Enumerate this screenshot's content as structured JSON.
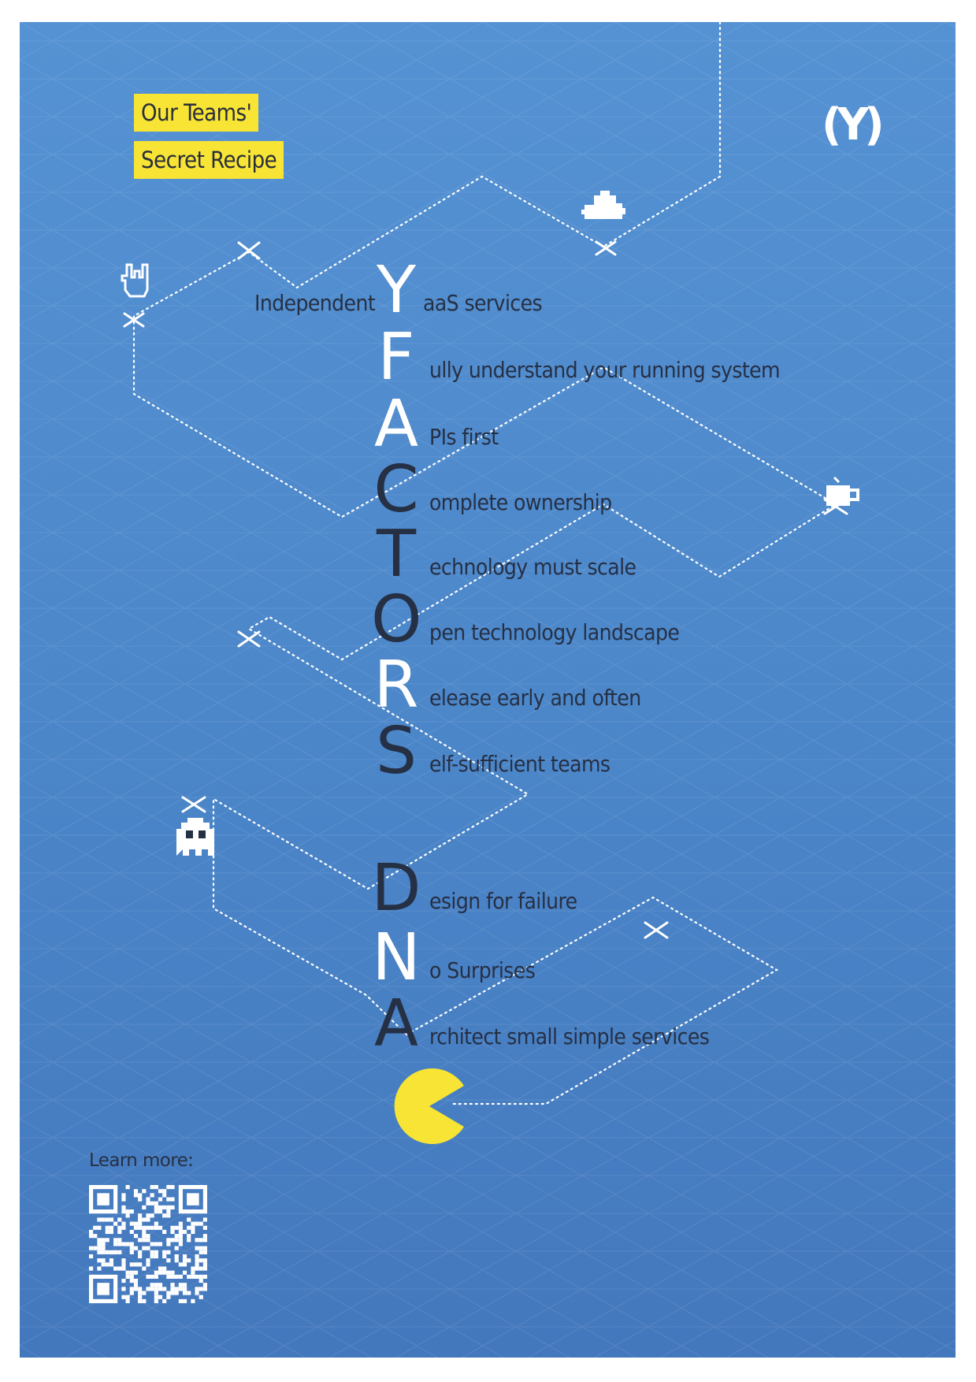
{
  "header": {
    "tag_line_1": "Our Teams'",
    "tag_line_2": "Secret Recipe",
    "logo_text": "(Y)"
  },
  "acrostic": {
    "prefix": "Independent",
    "items": [
      {
        "letter": "Y",
        "rest": "aaS services",
        "letter_color": "#ffffff"
      },
      {
        "letter": "F",
        "rest": "ully understand your running system",
        "letter_color": "#ffffff"
      },
      {
        "letter": "A",
        "rest": "PIs first",
        "letter_color": "#ffffff"
      },
      {
        "letter": "C",
        "rest": "omplete ownership",
        "letter_color": "#263045"
      },
      {
        "letter": "T",
        "rest": "echnology must scale",
        "letter_color": "#263045"
      },
      {
        "letter": "O",
        "rest": "pen technology landscape",
        "letter_color": "#263045"
      },
      {
        "letter": "R",
        "rest": "elease early and often",
        "letter_color": "#ffffff"
      },
      {
        "letter": "S",
        "rest": "elf-sufficient teams",
        "letter_color": "#263045"
      },
      {
        "letter": "D",
        "rest": "esign for failure",
        "letter_color": "#263045"
      },
      {
        "letter": "N",
        "rest": "o Surprises",
        "letter_color": "#ffffff"
      },
      {
        "letter": "A",
        "rest": "rchitect small simple services",
        "letter_color": "#263045"
      }
    ]
  },
  "footer": {
    "learn_more": "Learn more:"
  },
  "icons": [
    "rock-hand-icon",
    "cloud-icon",
    "coffee-cup-icon",
    "ghost-icon",
    "pacman-icon",
    "qr-code"
  ],
  "colors": {
    "background": "#4f8bcd",
    "accent_yellow": "#f7e434",
    "dark_text": "#263045",
    "white": "#ffffff"
  }
}
